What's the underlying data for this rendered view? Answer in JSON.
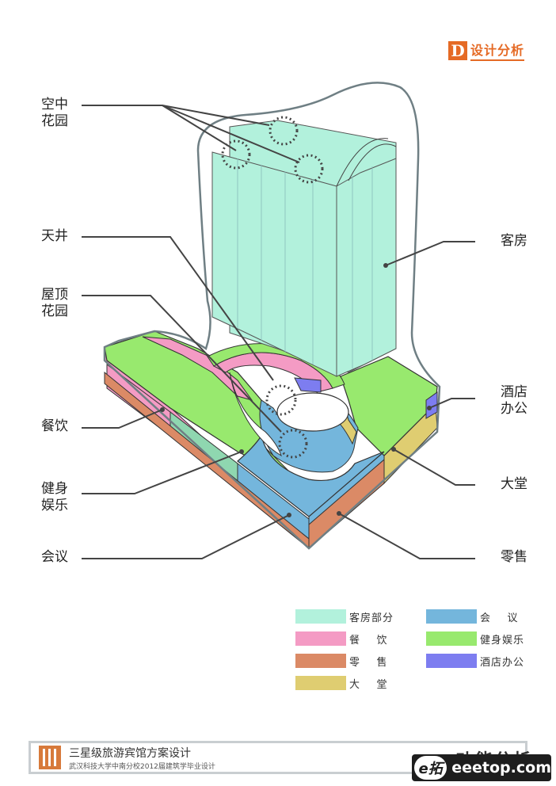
{
  "header": {
    "logo_letter": "D",
    "section": "设计分析"
  },
  "callouts": {
    "sky_garden": "空中\n花园",
    "atrium": "天井",
    "roof_garden": "屋顶\n花园",
    "dining": "餐饮",
    "fitness": "健身\n娱乐",
    "meeting": "会议",
    "guest_rooms": "客房",
    "hotel_office": "酒店\n办公",
    "lobby": "大堂",
    "retail": "零售"
  },
  "legend": [
    {
      "label": "客房部分",
      "color": "#b2f1dc"
    },
    {
      "label": "会    议",
      "color": "#74b6dc"
    },
    {
      "label": "餐    饮",
      "color": "#f49bc4"
    },
    {
      "label": "健身娱乐",
      "color": "#98e96e"
    },
    {
      "label": "零    售",
      "color": "#db8a66"
    },
    {
      "label": "酒店办公",
      "color": "#7d7df0"
    },
    {
      "label": "大    堂",
      "color": "#dfcd71"
    }
  ],
  "footer": {
    "title": "三星级旅游宾馆方案设计",
    "subtitle": "武汉科技大学中南分校2012届建筑学毕业设计",
    "page_title": "功能分析"
  },
  "watermark": {
    "badge": "e拓",
    "text": "eeetop.com"
  }
}
